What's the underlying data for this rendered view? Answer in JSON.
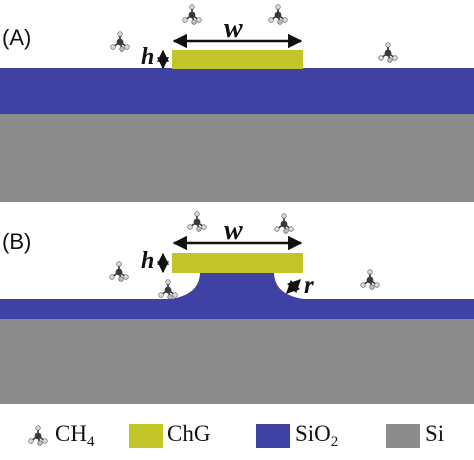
{
  "panels": [
    {
      "label": "(A)"
    },
    {
      "label": "(B)"
    }
  ],
  "dimensions": {
    "height": "h",
    "width": "w",
    "radius": "r"
  },
  "colors": {
    "chg": "#c3c629",
    "sio2": "#3f42a3",
    "si": "#8c8c8c",
    "molecule": "#555555"
  },
  "legend": {
    "items": [
      {
        "id": "ch4",
        "main": "CH",
        "sub": "4",
        "icon": "methane-molecule-icon"
      },
      {
        "id": "chg",
        "main": "ChG",
        "sub": ""
      },
      {
        "id": "sio2",
        "main": "SiO",
        "sub": "2"
      },
      {
        "id": "si",
        "main": "Si",
        "sub": ""
      }
    ]
  }
}
